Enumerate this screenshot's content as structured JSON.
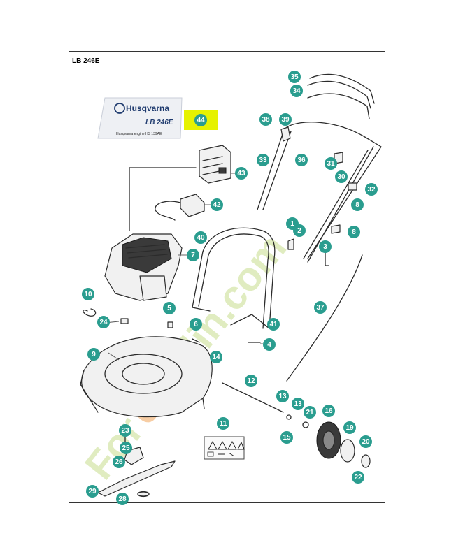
{
  "header": {
    "model": "LB 246E"
  },
  "label_card": {
    "brand": "Husqvarna",
    "model": "LB 246E",
    "engine": "Husqvarna engine HS 139AE"
  },
  "watermark": {
    "text": "Fore jardin.com",
    "part1": "For",
    "part2": "e",
    "part3": "jardin.com"
  },
  "colors": {
    "callout": "#2a9d8f",
    "highlight": "#e6f200",
    "watermark_green": "#c7dd8e",
    "watermark_orange": "#f2a65a"
  },
  "callouts": [
    {
      "n": "1"
    },
    {
      "n": "2"
    },
    {
      "n": "3"
    },
    {
      "n": "4"
    },
    {
      "n": "5"
    },
    {
      "n": "6"
    },
    {
      "n": "7"
    },
    {
      "n": "8"
    },
    {
      "n": "8"
    },
    {
      "n": "9"
    },
    {
      "n": "10"
    },
    {
      "n": "11"
    },
    {
      "n": "12"
    },
    {
      "n": "13"
    },
    {
      "n": "13"
    },
    {
      "n": "14"
    },
    {
      "n": "15"
    },
    {
      "n": "16"
    },
    {
      "n": "19"
    },
    {
      "n": "20"
    },
    {
      "n": "21"
    },
    {
      "n": "22"
    },
    {
      "n": "23"
    },
    {
      "n": "24"
    },
    {
      "n": "25"
    },
    {
      "n": "26"
    },
    {
      "n": "28"
    },
    {
      "n": "29"
    },
    {
      "n": "30"
    },
    {
      "n": "31"
    },
    {
      "n": "32"
    },
    {
      "n": "33"
    },
    {
      "n": "34"
    },
    {
      "n": "35"
    },
    {
      "n": "36"
    },
    {
      "n": "37"
    },
    {
      "n": "38"
    },
    {
      "n": "39"
    },
    {
      "n": "40"
    },
    {
      "n": "41"
    },
    {
      "n": "42"
    },
    {
      "n": "43"
    },
    {
      "n": "44"
    }
  ]
}
